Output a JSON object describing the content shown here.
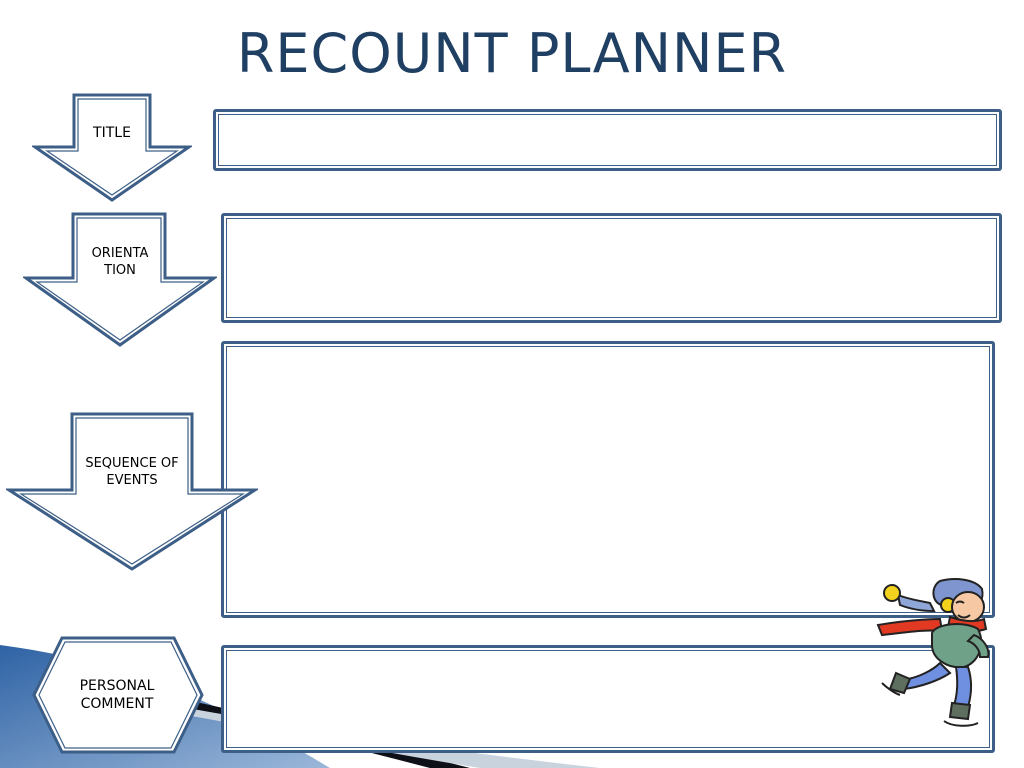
{
  "title": "RECOUNT PLANNER",
  "sections": [
    {
      "label": "TITLE"
    },
    {
      "label_lines": [
        "ORIENTA",
        "TION"
      ]
    },
    {
      "label_lines": [
        "SEQUENCE OF",
        "EVENTS"
      ]
    },
    {
      "label_lines": [
        "PERSONAL",
        "COMMENT"
      ]
    }
  ],
  "colors": {
    "outline": "#3d5f87",
    "title": "#1f3f63",
    "accent": "#2a5b96"
  },
  "decorations": {
    "clipart": "ice-skater-clipart"
  }
}
